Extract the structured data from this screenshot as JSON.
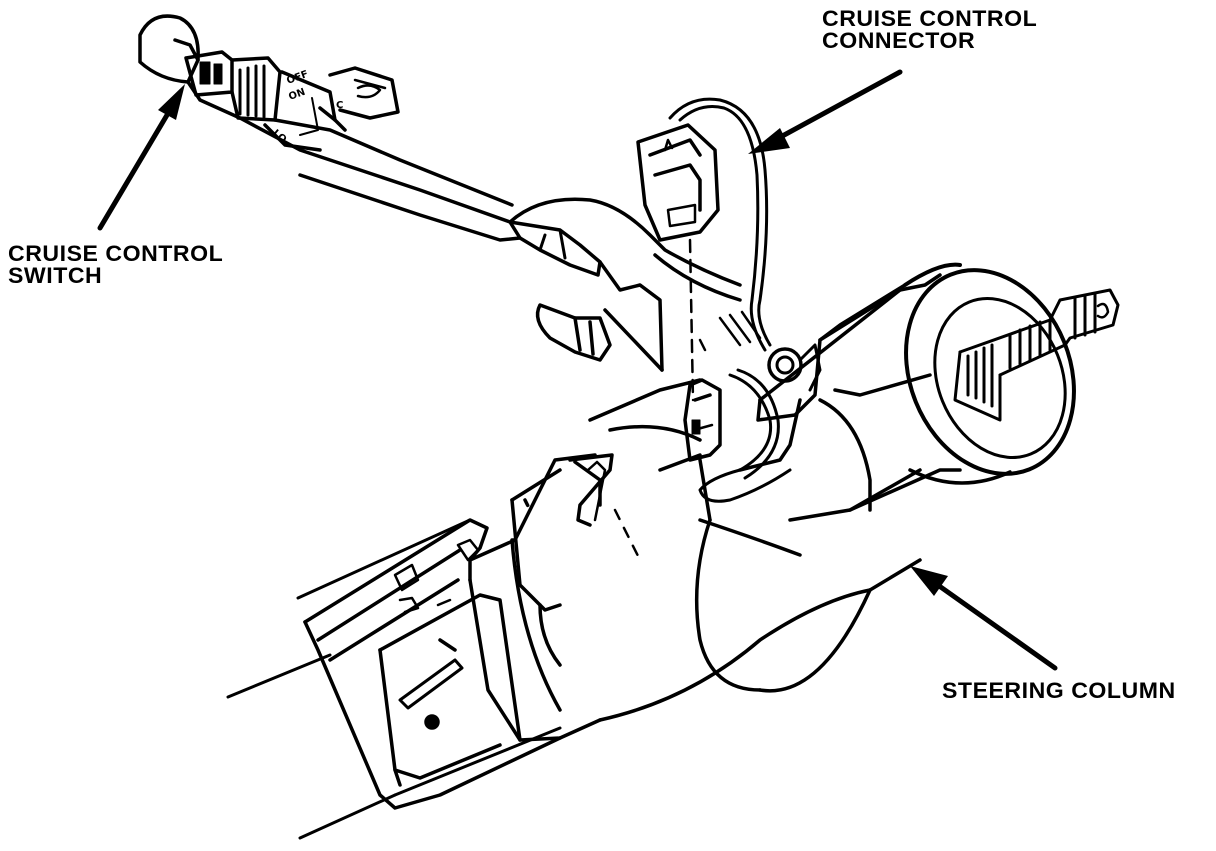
{
  "labels": {
    "cruise_switch": {
      "line1": "CRUISE CONTROL",
      "line2": "SWITCH"
    },
    "cruise_connector": {
      "line1": "CRUISE CONTROL",
      "line2": "CONNECTOR"
    },
    "steering_column": {
      "line1": "STEERING COLUMN"
    }
  },
  "switch_markings": {
    "off": "OFF",
    "on": "ON",
    "lo": "LO",
    "c": "C"
  },
  "colors": {
    "ink": "#000000",
    "paper": "#ffffff"
  }
}
